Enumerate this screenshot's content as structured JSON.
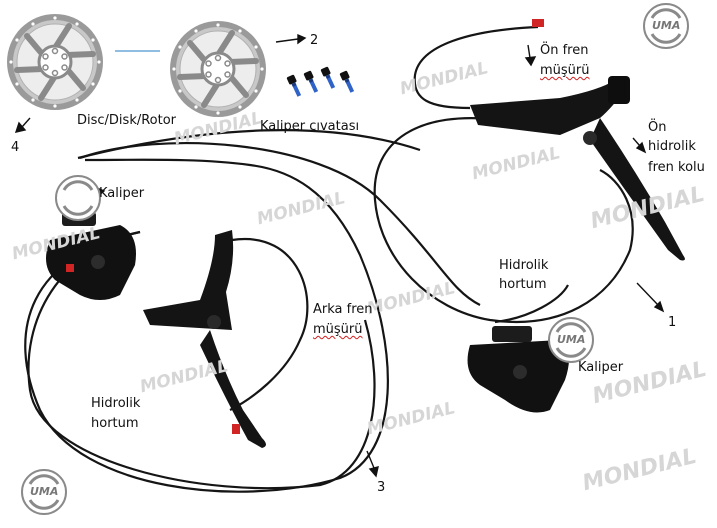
{
  "colors": {
    "background": "#ffffff",
    "part": "#121212",
    "cable": "#151515",
    "rotor": "#8c8c8c",
    "bolt": "#2f63c7",
    "accent_red": "#d12424",
    "watermark": "#d6d6d6"
  },
  "labels": {
    "rotor": "Disc/Disk/Rotor",
    "bolts": "Kaliper cıvatası",
    "front_mount_1": "Ön fren",
    "front_mount_2": "müşürü",
    "front_lever_1": "Ön",
    "front_lever_2": "hidrolik",
    "front_lever_3": "fren kolu",
    "hose_right_1": "Hidrolik",
    "hose_right_2": "hortum",
    "caliper_left": "Kaliper",
    "rear_mount_1": "Arka fren",
    "rear_mount_2": "müşürü",
    "hose_left_1": "Hidrolik",
    "hose_left_2": "hortum",
    "caliper_right": "Kaliper"
  },
  "numbers": {
    "n1": "1",
    "n2": "2",
    "n3": "3",
    "n4": "4"
  },
  "logos": {
    "uma": "UMA"
  },
  "watermarks": {
    "brand": "MONDIAL"
  },
  "icons": [
    "rotor-icon",
    "bolt-icon",
    "caliper-icon",
    "brake-lever-icon",
    "hose-icon",
    "arrow-icon",
    "uma-logo-icon"
  ]
}
